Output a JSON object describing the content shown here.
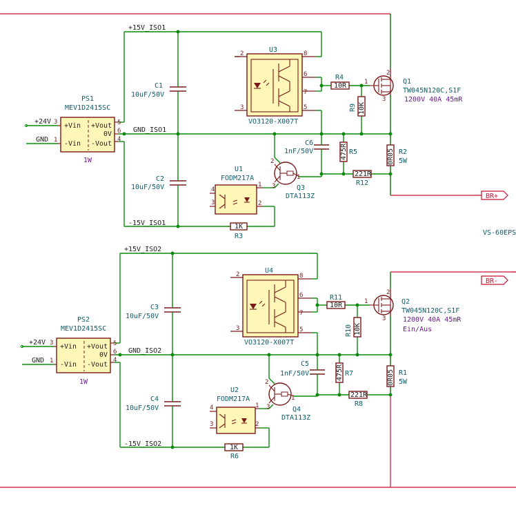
{
  "nets": {
    "p15_iso1": "+15V_ISO1",
    "gnd_iso1": "GND_ISO1",
    "m15_iso1": "-15V_ISO1",
    "p15_iso2": "+15V_ISO2",
    "gnd_iso2": "GND_ISO2",
    "m15_iso2": "-15V_ISO2",
    "p24v_a": "+24V",
    "gnd_a": "GND",
    "p24v_b": "+24V",
    "gnd_b": "GND",
    "vs": "VS-60EPS",
    "brp": "BR+",
    "brm": "BR-"
  },
  "ps1": {
    "ref": "PS1",
    "value": "MEV1D2415SC",
    "power": "1W",
    "vin_p": "+Vin",
    "vin_m": "-Vin",
    "vout_p": "+Vout",
    "ov": "0V",
    "vout_m": "-Vout",
    "p3": "3",
    "p1": "1",
    "p5": "5",
    "p6": "6",
    "p4": "4"
  },
  "ps2": {
    "ref": "PS2",
    "value": "MEV1D2415SC",
    "power": "1W",
    "vin_p": "+Vin",
    "vin_m": "-Vin",
    "vout_p": "+Vout",
    "ov": "0V",
    "vout_m": "-Vout",
    "p3": "3",
    "p1": "1",
    "p5": "5",
    "p6": "6",
    "p4": "4"
  },
  "c1": {
    "ref": "C1",
    "value": "10uF/50V"
  },
  "c2": {
    "ref": "C2",
    "value": "10uF/50V"
  },
  "c3": {
    "ref": "C3",
    "value": "10uF/50V"
  },
  "c4": {
    "ref": "C4",
    "value": "10uF/50V"
  },
  "c5": {
    "ref": "C5",
    "value": "1nF/50V"
  },
  "c6": {
    "ref": "C6",
    "value": "1nF/50V"
  },
  "u3": {
    "ref": "U3",
    "value": "VO3120-X007T",
    "p2": "2",
    "p3": "3",
    "p8": "8",
    "p6": "6",
    "p7": "7",
    "p5": "5"
  },
  "u4": {
    "ref": "U4",
    "value": "VO3120-X007T",
    "p2": "2",
    "p3": "3",
    "p8": "8",
    "p6": "6",
    "p7": "7",
    "p5": "5"
  },
  "u1": {
    "ref": "U1",
    "value": "FODM217A",
    "p4": "4",
    "p3": "3",
    "p1": "1",
    "p2": "2"
  },
  "u2": {
    "ref": "U2",
    "value": "FODM217A",
    "p4": "4",
    "p3": "3",
    "p1": "1",
    "p2": "2"
  },
  "r1": {
    "ref": "R1",
    "value": "0R05",
    "power": "5W"
  },
  "r2": {
    "ref": "R2",
    "value": "0R05",
    "power": "5W"
  },
  "r3": {
    "ref": "R3",
    "value": "1K"
  },
  "r4": {
    "ref": "R4",
    "value": "10R"
  },
  "r5": {
    "ref": "R5",
    "value": "475R"
  },
  "r6": {
    "ref": "R6",
    "value": "1K"
  },
  "r7": {
    "ref": "R7",
    "value": "475R"
  },
  "r8": {
    "ref": "R8",
    "value": "221R"
  },
  "r9": {
    "ref": "R9",
    "value": "10K"
  },
  "r10": {
    "ref": "R10",
    "value": "10K"
  },
  "r11": {
    "ref": "R11",
    "value": "10R"
  },
  "r12": {
    "ref": "R12",
    "value": "221R"
  },
  "q1": {
    "ref": "Q1",
    "value": "TW045N120C,S1F",
    "spec": "1200V 40A 45mR",
    "p1": "1",
    "p2": "2",
    "p3": "3"
  },
  "q2": {
    "ref": "Q2",
    "value": "TW045N120C,S1F",
    "spec": "1200V 40A 45mR",
    "note": "Ein/Aus",
    "p1": "1",
    "p2": "2",
    "p3": "3"
  },
  "q3": {
    "ref": "Q3",
    "value": "DTA113Z",
    "p1": "1",
    "p2": "2",
    "p3": "3"
  },
  "q4": {
    "ref": "Q4",
    "value": "DTA113Z",
    "p1": "1",
    "p2": "2",
    "p3": "3"
  },
  "colors": {
    "wire": "#0a8a0a",
    "body": "#fff7b8",
    "outline": "#7a1818",
    "sheet": "#c8102e",
    "ref": "#0b5d6b"
  }
}
